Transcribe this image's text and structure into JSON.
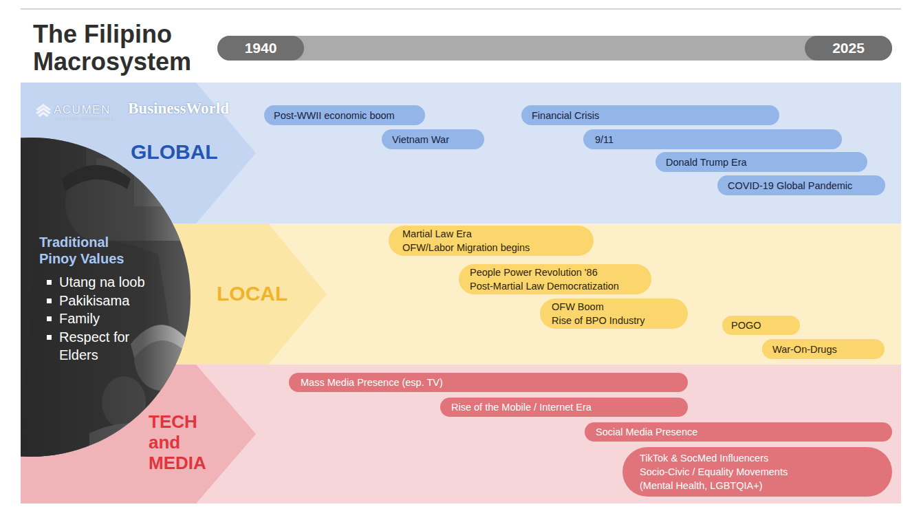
{
  "diagram": {
    "title": "The Filipino Macrosystem",
    "nodes": [
      {
        "text": [
          "1940"
        ]
      },
      {
        "text": [
          "2025"
        ]
      },
      {
        "text": [
          "GLOBAL"
        ]
      },
      {
        "text": [
          "Post-WWII economic boom"
        ],
        "in": 2
      },
      {
        "text": [
          "Vietnam War"
        ],
        "in": 2
      },
      {
        "text": [
          "Financial Crisis"
        ],
        "in": 2
      },
      {
        "text": [
          "9/11"
        ],
        "in": 2
      },
      {
        "text": [
          "Donald Trump Era"
        ],
        "in": 2
      },
      {
        "text": [
          "COVID-19 Global Pandemic"
        ],
        "in": 2
      },
      {
        "text": [
          "LOCAL"
        ]
      },
      {
        "text": [
          "Martial Law Era",
          "OFW/Labor Migration begins"
        ],
        "in": 9
      },
      {
        "text": [
          "People Power Revolution '86",
          "Post-Martial Law Democratization"
        ],
        "in": 9
      },
      {
        "text": [
          "OFW Boom",
          "Rise of BPO Industry"
        ],
        "in": 9
      },
      {
        "text": [
          "POGO"
        ],
        "in": 9
      },
      {
        "text": [
          "War-On-Drugs"
        ],
        "in": 9
      },
      {
        "text": [
          "TECH and MEDIA"
        ]
      },
      {
        "text": [
          "Mass Media Presence (esp. TV)"
        ],
        "in": 15
      },
      {
        "text": [
          "Rise of the Mobile / Internet Era"
        ],
        "in": 15
      },
      {
        "text": [
          "Social Media Presence"
        ],
        "in": 15
      },
      {
        "text": [
          "TikTok & SocMed Influencers",
          "Socio-Civic / Equality Movements",
          "(Mental Health, LGBTQIA+)"
        ],
        "in": 15
      },
      {
        "text": [
          "Traditional Pinoy Values",
          "Utang na loob",
          "Pakikisama",
          "Family",
          "Respect for Elders"
        ]
      }
    ],
    "labels": [
      "ACUMEN",
      "STRATEGY CONSULTANTS",
      "BusinessWorld"
    ]
  }
}
